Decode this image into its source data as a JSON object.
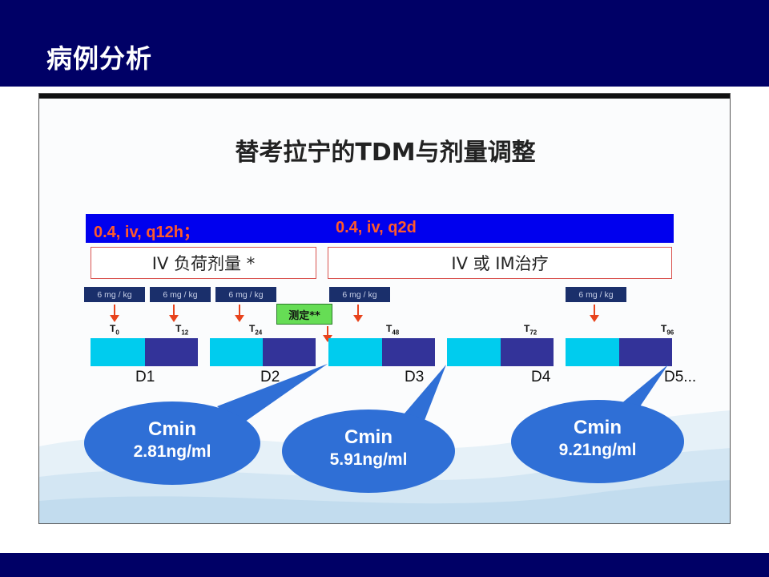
{
  "header": {
    "title": "病例分析"
  },
  "figure": {
    "title": "替考拉宁的TDM与剂量调整",
    "regimens": [
      "0.4, iv, q12h；",
      "0.4, iv, q2d"
    ],
    "phases": [
      "IV 负荷剂量 *",
      "IV 或 IM治疗"
    ],
    "dose_labels": [
      "6 mg / kg",
      "6 mg / kg",
      "6 mg / kg",
      "6 mg / kg",
      "6 mg / kg"
    ],
    "measure_label": "测定**",
    "time_points": [
      {
        "main": "T",
        "sub": "0"
      },
      {
        "main": "T",
        "sub": "12"
      },
      {
        "main": "T",
        "sub": "24"
      },
      {
        "main": "T",
        "sub": "48"
      },
      {
        "main": "T",
        "sub": "72"
      },
      {
        "main": "T",
        "sub": "96"
      }
    ],
    "days": [
      "D1",
      "D2",
      "D3",
      "D4",
      "D5..."
    ],
    "cmin": [
      {
        "label": "Cmin",
        "value": "2.81ng/ml"
      },
      {
        "label": "Cmin",
        "value": "5.91ng/ml"
      },
      {
        "label": "Cmin",
        "value": "9.21ng/ml"
      }
    ]
  },
  "colors": {
    "banner": "#000066",
    "regimen_bar": "#0000ee",
    "regimen_text": "#ff5a2a",
    "segment_light": "#00ccee",
    "segment_dark": "#333399",
    "bubble": "#2f6fd6",
    "measure_badge": "#66dd55",
    "arrow": "#e8431c"
  }
}
